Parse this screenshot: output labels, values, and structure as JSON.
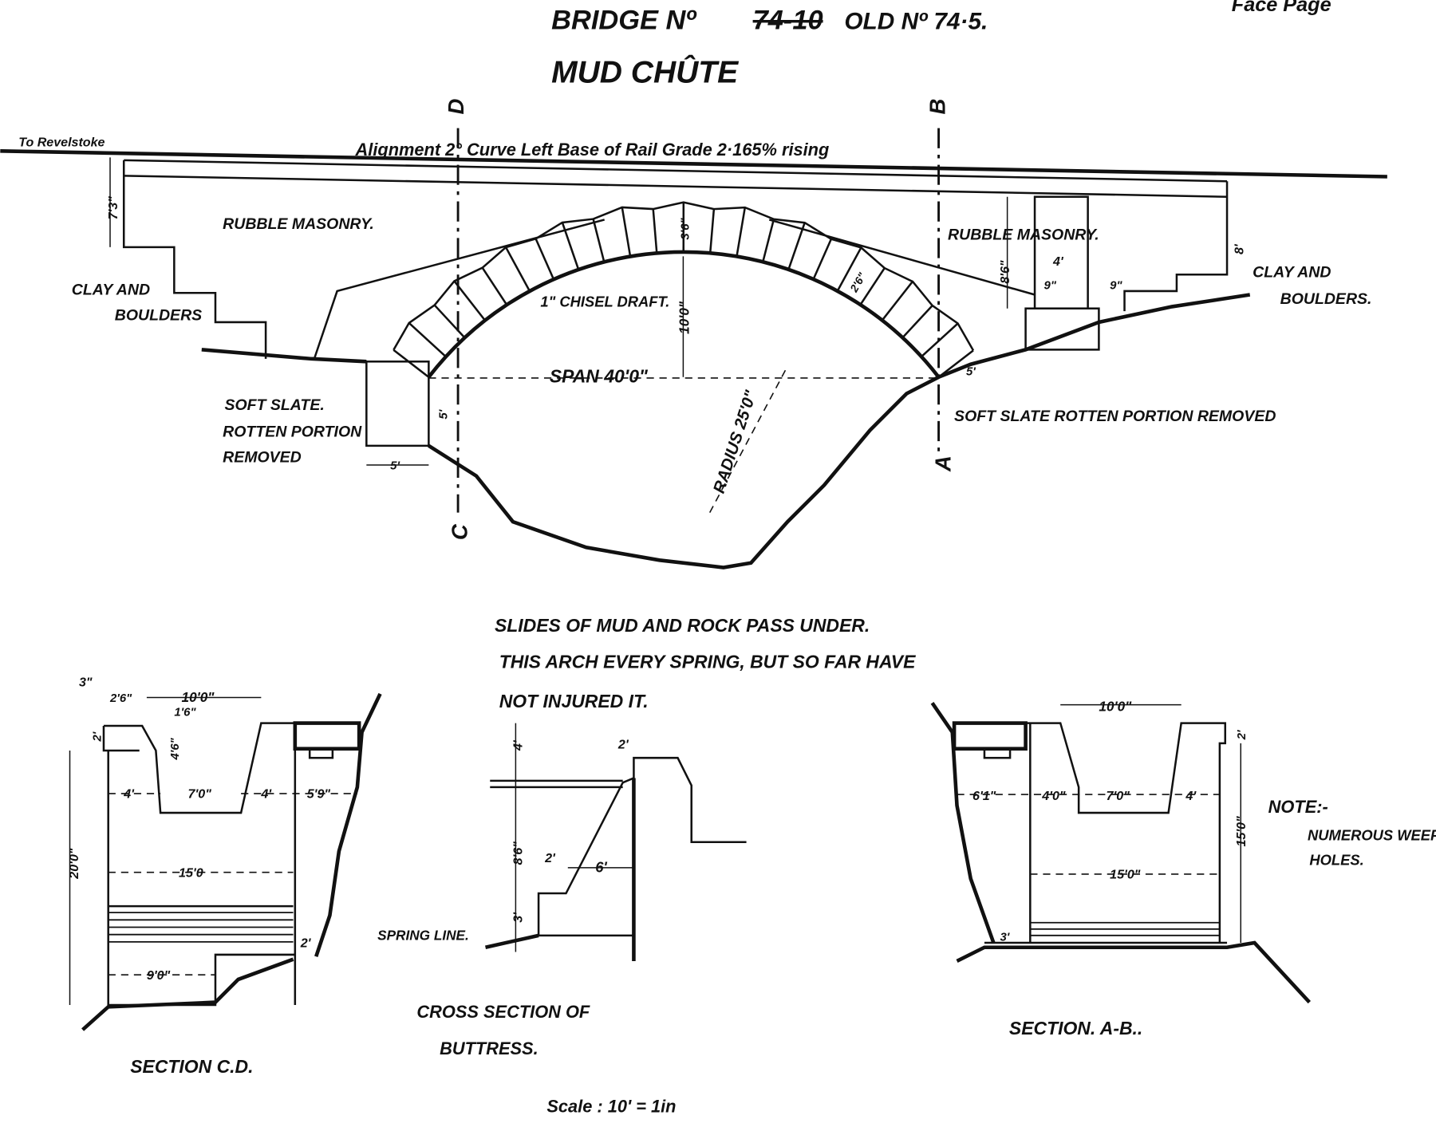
{
  "header": {
    "bridge_label": "BRIDGE Nº",
    "bridge_number_struck": "74-10",
    "old_number": "OLD Nº 74·5.",
    "name": "MUD CHÛTE",
    "corner_note": "Face Page"
  },
  "elevation": {
    "direction": "To Revelstoke",
    "alignment": "Alignment  2° Curve Left   Base of Rail   Grade 2·165% rising",
    "section_markers": {
      "d": "D",
      "b": "B",
      "c": "C",
      "a": "A"
    },
    "rubble_left": "RUBBLE MASONRY.",
    "rubble_right": "RUBBLE MASONRY.",
    "clay_left": [
      "CLAY AND",
      "BOULDERS"
    ],
    "clay_right": [
      "CLAY AND",
      "BOULDERS."
    ],
    "chisel": "1\" CHISEL DRAFT.",
    "span": "SPAN 40'0\"",
    "radius": "RADIUS 25'0\"",
    "rise": "10'0\"",
    "crown": "3'6\"",
    "ring": "2'6\"",
    "left_height": "7'3\"",
    "right_height": "8'",
    "buttress_height": "8'6\"",
    "buttress_width": "4'",
    "buttress_offset_l": "9\"",
    "buttress_offset_r": "9\"",
    "footing_w": "5'",
    "footing_h": "5'",
    "right_footing": "5'",
    "slate_left": [
      "SOFT SLATE.",
      "ROTTEN PORTION",
      "REMOVED"
    ],
    "slate_right": "SOFT SLATE ROTTEN PORTION REMOVED"
  },
  "note_slides": [
    "SLIDES OF MUD AND ROCK PASS UNDER.",
    "THIS ARCH EVERY SPRING, BUT SO FAR HAVE",
    "NOT INJURED IT."
  ],
  "section_cd": {
    "title": "SECTION C.D.",
    "dims": {
      "a": "3\"",
      "b": "2'6\"",
      "c": "10'0\"",
      "d": "1'6\"",
      "e": "2'",
      "f": "4'6\"",
      "g": "4'",
      "h": "7'0\"",
      "i": "4'",
      "j": "5'9\"",
      "k": "20'0\"",
      "l": "15'0",
      "m": "9'0\"",
      "n": "2'"
    },
    "spring_line": "SPRING LINE."
  },
  "buttress": {
    "title": [
      "CROSS SECTION OF",
      "BUTTRESS."
    ],
    "dims": {
      "top": "2'",
      "upper": "4'",
      "height": "8'6\"",
      "toe": "2'",
      "base": "6'",
      "foot": "3'"
    }
  },
  "section_ab": {
    "title": "SECTION. A-B..",
    "dims": {
      "top": "10'0\"",
      "cap": "2'",
      "left": "6'1\"",
      "w1": "4'0\"",
      "w2": "7'0\"",
      "w3": "4'",
      "height": "15'0\"",
      "width": "15'0\"",
      "foot": "3'"
    }
  },
  "note": {
    "title": "NOTE:-",
    "lines": [
      "NUMEROUS WEEP",
      "HOLES."
    ]
  },
  "scale": "Scale : 10' = 1in"
}
